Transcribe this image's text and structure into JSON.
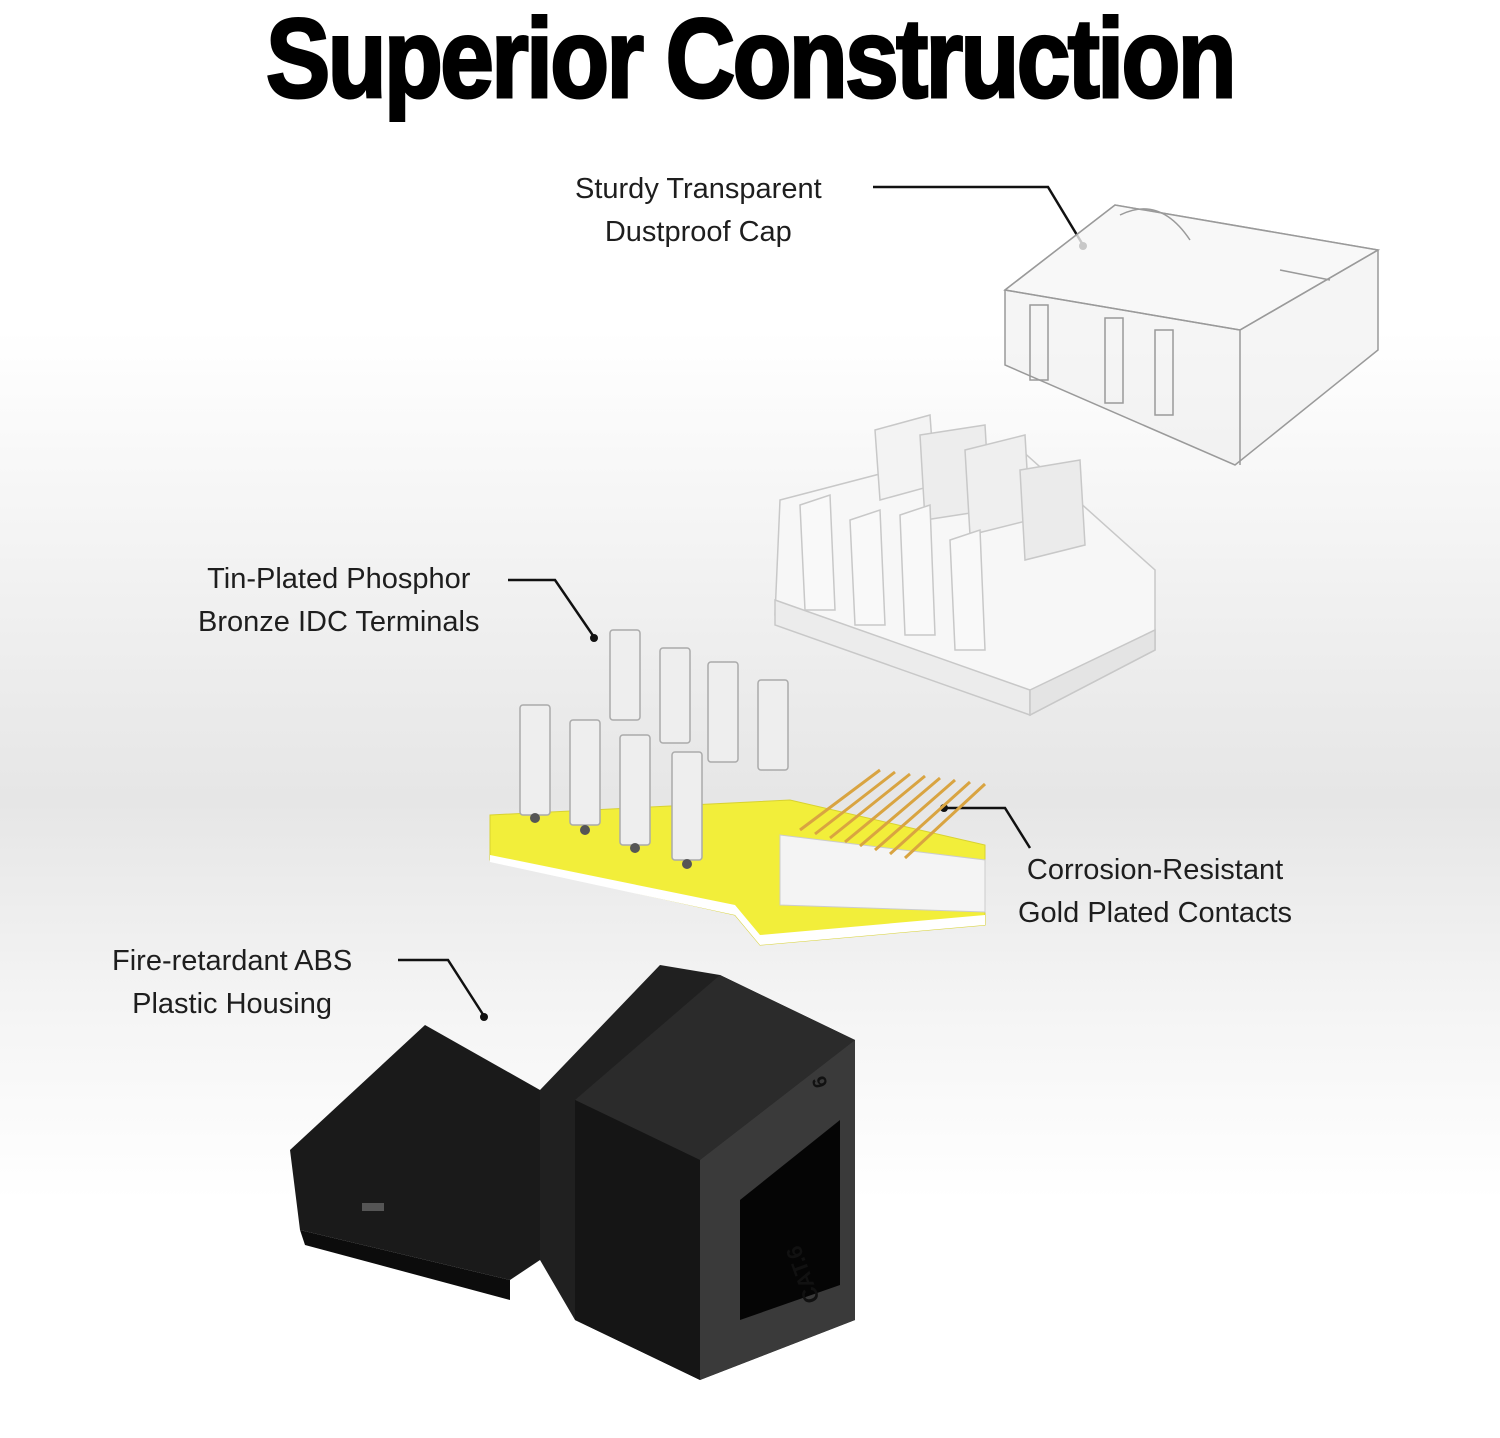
{
  "title": "Superior Construction",
  "labels": {
    "cap": {
      "line1": "Sturdy Transparent",
      "line2": "Dustproof Cap"
    },
    "terminals": {
      "line1": "Tin-Plated Phosphor",
      "line2": "Bronze IDC Terminals"
    },
    "contacts": {
      "line1": "Corrosion-Resistant",
      "line2": "Gold Plated Contacts"
    },
    "housing": {
      "line1": "Fire-retardant ABS",
      "line2": "Plastic Housing"
    }
  },
  "jack_marking": "CAT.6",
  "jack_marking_small": "6",
  "colors": {
    "pcb": "#f2ee3a",
    "housing": "#161616",
    "contacts": "#d9a441"
  }
}
